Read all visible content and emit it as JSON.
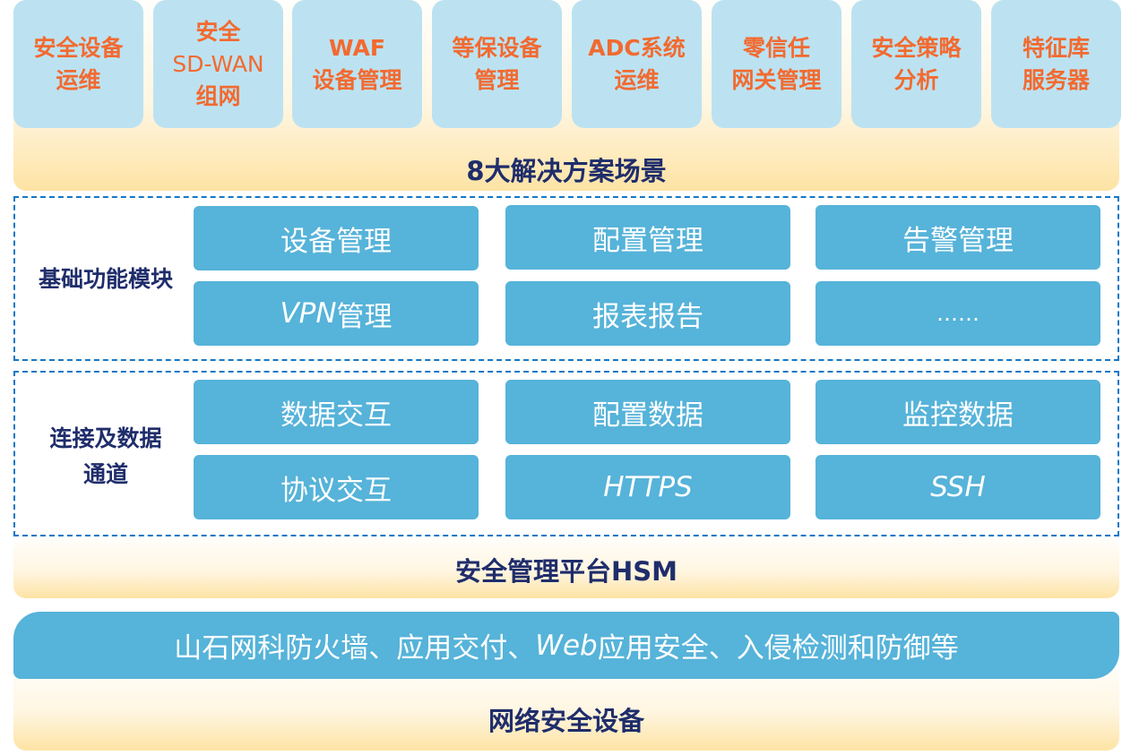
{
  "scenarios": {
    "title": "8大解决方案场景",
    "items": [
      {
        "lines": [
          "安全设备",
          "运维"
        ]
      },
      {
        "lines": [
          "安全",
          "SD-WAN",
          "组网"
        ]
      },
      {
        "lines": [
          "WAF",
          "设备管理"
        ]
      },
      {
        "lines": [
          "等保设备",
          "管理"
        ]
      },
      {
        "lines": [
          "ADC系统",
          "运维"
        ]
      },
      {
        "lines": [
          "零信任",
          "网关管理"
        ]
      },
      {
        "lines": [
          "安全策略",
          "分析"
        ]
      },
      {
        "lines": [
          "特征库",
          "服务器"
        ]
      }
    ]
  },
  "basic": {
    "label": "基础功能模块",
    "items": [
      "设备管理",
      "配置管理",
      "告警管理",
      "VPN",
      "管理",
      "报表报告",
      "……"
    ]
  },
  "channel": {
    "label_lines": [
      "连接及数据",
      "通道"
    ],
    "items": [
      "数据交互",
      "配置数据",
      "监控数据",
      "协议交互",
      "HTTPS",
      "SSH"
    ]
  },
  "platform": {
    "title": "安全管理平台HSM"
  },
  "devices": {
    "bar_pre": "山石网科防火墙、应用交付、",
    "bar_web": "Web",
    "bar_post": "应用安全、入侵检测和防御等",
    "title": "网络安全设备"
  }
}
